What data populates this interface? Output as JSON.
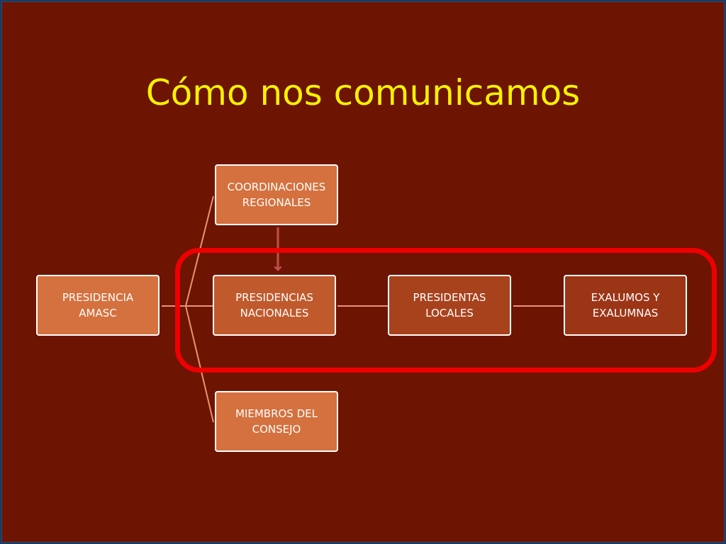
{
  "title": "Cómo nos comunicamos",
  "colors": {
    "background": "#6e1403",
    "title": "#f5f200",
    "node_light": "#d4713e",
    "node_mid": "#c05a2d",
    "node_dark": "#a8421d",
    "node_darkest": "#9c3516",
    "connector": "#e8956e",
    "arrow": "#c0504d",
    "highlight": "#ee0000"
  },
  "nodes": {
    "root": {
      "label": "PRESIDENCIA\nAMASC"
    },
    "coordinaciones": {
      "label": "COORDINACIONES\nREGIONALES"
    },
    "nacionales": {
      "label": "PRESIDENCIAS\nNACIONALES"
    },
    "locales": {
      "label": "PRESIDENTAS\nLOCALES"
    },
    "exalumnos": {
      "label": "EXALUMOS Y\nEXALUMNAS"
    },
    "consejo": {
      "label": "MIEMBROS DEL\nCONSEJO"
    }
  },
  "edges": [
    {
      "from": "PRESIDENCIA AMASC",
      "to": "COORDINACIONES REGIONALES"
    },
    {
      "from": "PRESIDENCIA AMASC",
      "to": "PRESIDENCIAS NACIONALES"
    },
    {
      "from": "PRESIDENCIA AMASC",
      "to": "MIEMBROS DEL CONSEJO"
    },
    {
      "from": "PRESIDENCIAS NACIONALES",
      "to": "PRESIDENTAS LOCALES"
    },
    {
      "from": "PRESIDENTAS LOCALES",
      "to": "EXALUMOS Y EXALUMNAS"
    },
    {
      "from": "COORDINACIONES REGIONALES",
      "to": "PRESIDENCIAS NACIONALES",
      "style": "arrow"
    }
  ]
}
